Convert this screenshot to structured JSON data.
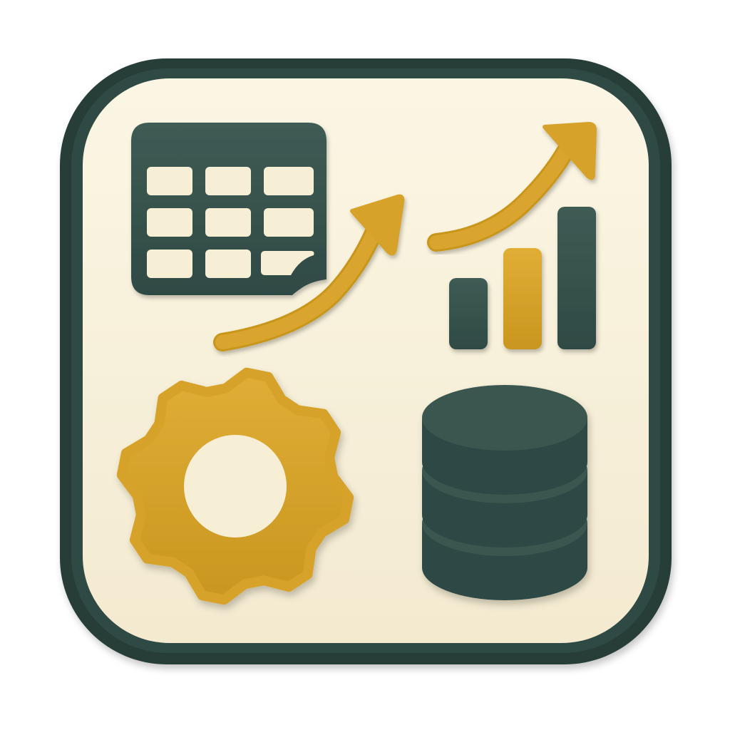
{
  "app_icon": {
    "colors": {
      "background": "#ffffff",
      "frame": "#2f4a44",
      "frame_shadow": "#1f332f",
      "panel": "#f6efd6",
      "panel_highlight": "#fbf6e4",
      "dark": "#35504a",
      "dark_highlight": "#46645d",
      "gold": "#d6a22c",
      "gold_shadow": "#a9801f",
      "gold_highlight": "#e6b944"
    },
    "icons": [
      "spreadsheet-icon",
      "trend-arrow-icon",
      "bar-chart-icon",
      "gear-icon",
      "database-icon"
    ],
    "bar_chart": {
      "bar_count": 3,
      "bar_colors": [
        "dark",
        "gold",
        "dark"
      ],
      "relative_heights": [
        0.5,
        0.71,
        1.0
      ]
    },
    "database": {
      "stack_count": 3
    }
  }
}
